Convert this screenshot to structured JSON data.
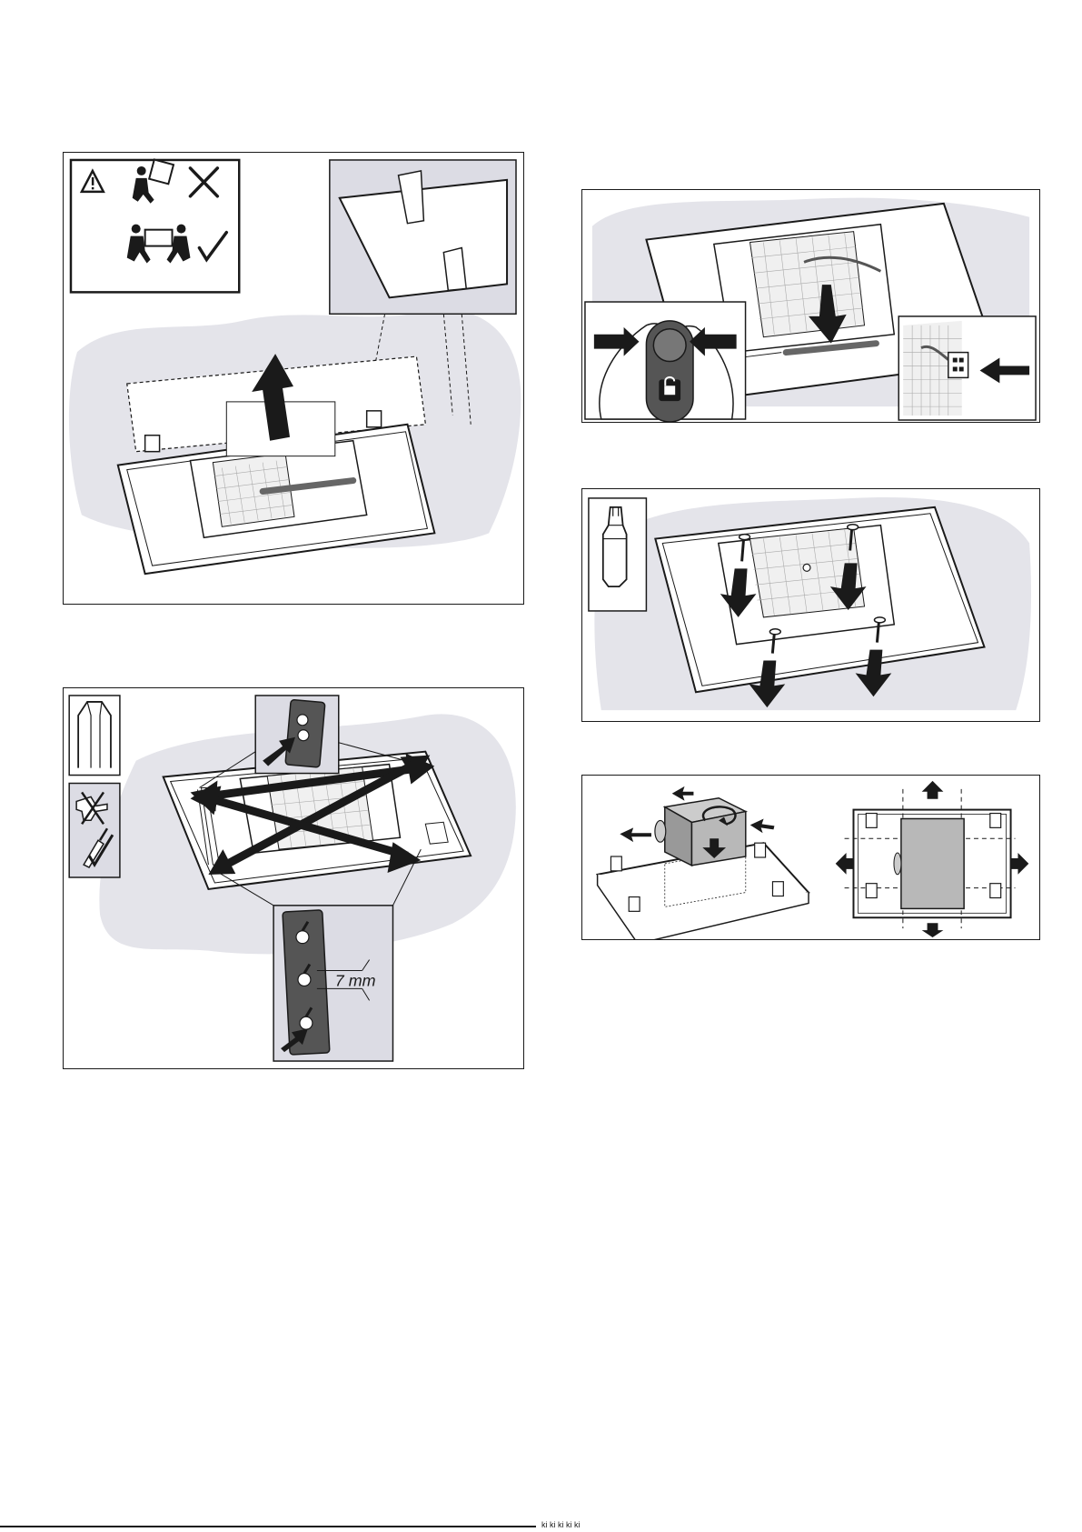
{
  "figures": [
    {
      "id": "lift-panel",
      "warning_icon": "warning-triangle-icon",
      "icons": [
        "one-person-lift-icon",
        "cross-icon",
        "two-person-lift-icon",
        "check-icon"
      ]
    },
    {
      "id": "disconnect-duct",
      "icons": [
        "unlock-icon",
        "press-arrow-icon",
        "connector-plug-icon"
      ]
    },
    {
      "id": "remove-screws",
      "icons": [
        "torx-bit-icon"
      ]
    },
    {
      "id": "fan-orientation",
      "icons": [
        "rotate-arrow-icon",
        "direction-arrow-icon"
      ]
    },
    {
      "id": "mounting-screws",
      "icons": [
        "hex-bit-icon",
        "no-power-drill-icon",
        "screwdriver-icon"
      ],
      "dimension_label": "7 mm"
    }
  ],
  "footer": {
    "text": "ki   ki   ki  ki  ki"
  },
  "colors": {
    "stroke": "#1a1a1a",
    "background_shade": "#e4e4ea",
    "grey_fill": "#b8b8b8",
    "dark_fill": "#2b2b2b"
  }
}
